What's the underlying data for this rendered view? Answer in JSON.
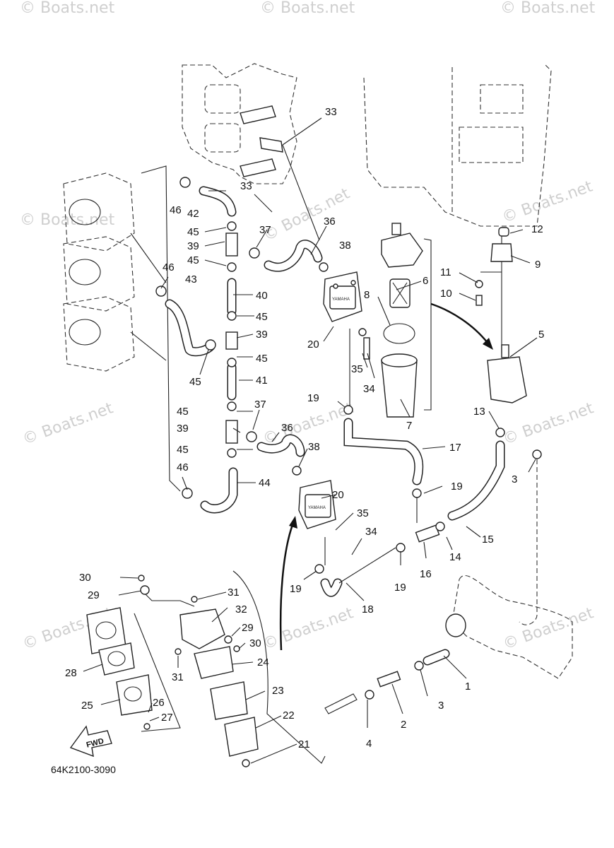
{
  "watermark": "© Boats.net",
  "diagram_code": "64K2100-3090",
  "fwd_label": "FWD",
  "pump_brand": "YAMAHA",
  "callouts": [
    {
      "n": "1"
    },
    {
      "n": "2"
    },
    {
      "n": "3"
    },
    {
      "n": "3"
    },
    {
      "n": "4"
    },
    {
      "n": "5"
    },
    {
      "n": "6"
    },
    {
      "n": "7"
    },
    {
      "n": "8"
    },
    {
      "n": "9"
    },
    {
      "n": "10"
    },
    {
      "n": "11"
    },
    {
      "n": "12"
    },
    {
      "n": "13"
    },
    {
      "n": "14"
    },
    {
      "n": "15"
    },
    {
      "n": "16"
    },
    {
      "n": "17"
    },
    {
      "n": "18"
    },
    {
      "n": "19"
    },
    {
      "n": "19"
    },
    {
      "n": "19"
    },
    {
      "n": "19"
    },
    {
      "n": "20"
    },
    {
      "n": "20"
    },
    {
      "n": "21"
    },
    {
      "n": "22"
    },
    {
      "n": "23"
    },
    {
      "n": "24"
    },
    {
      "n": "25"
    },
    {
      "n": "26"
    },
    {
      "n": "27"
    },
    {
      "n": "28"
    },
    {
      "n": "29"
    },
    {
      "n": "29"
    },
    {
      "n": "30"
    },
    {
      "n": "30"
    },
    {
      "n": "31"
    },
    {
      "n": "31"
    },
    {
      "n": "32"
    },
    {
      "n": "33"
    },
    {
      "n": "33"
    },
    {
      "n": "34"
    },
    {
      "n": "34"
    },
    {
      "n": "35"
    },
    {
      "n": "35"
    },
    {
      "n": "36"
    },
    {
      "n": "36"
    },
    {
      "n": "37"
    },
    {
      "n": "37"
    },
    {
      "n": "38"
    },
    {
      "n": "38"
    },
    {
      "n": "39"
    },
    {
      "n": "39"
    },
    {
      "n": "39"
    },
    {
      "n": "40"
    },
    {
      "n": "41"
    },
    {
      "n": "42"
    },
    {
      "n": "43"
    },
    {
      "n": "44"
    },
    {
      "n": "45"
    },
    {
      "n": "45"
    },
    {
      "n": "45"
    },
    {
      "n": "45"
    },
    {
      "n": "45"
    },
    {
      "n": "45"
    },
    {
      "n": "45"
    },
    {
      "n": "46"
    },
    {
      "n": "46"
    },
    {
      "n": "46"
    }
  ]
}
